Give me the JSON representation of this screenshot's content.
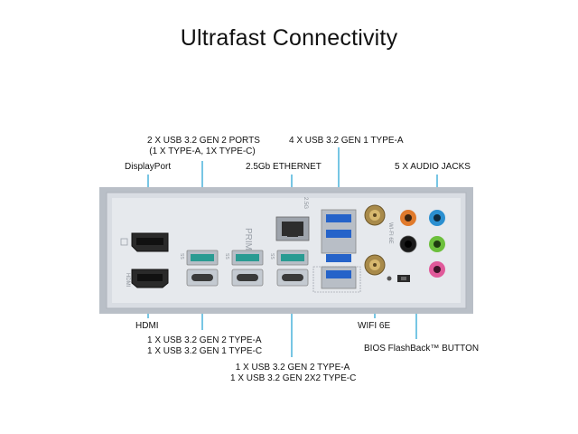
{
  "title": "Ultrafast Connectivity",
  "labels": {
    "usb_gen2_ports_l1": "2 X USB 3.2 GEN 2 PORTS",
    "usb_gen2_ports_l2": "(1 X TYPE-A, 1X TYPE-C)",
    "usb_gen1_typea": "4 X USB 3.2 GEN 1 TYPE-A",
    "displayport": "DisplayPort",
    "ethernet": "2.5Gb ETHERNET",
    "audio_jacks": "5 X AUDIO JACKS",
    "hdmi": "HDMI",
    "usb_mixed_l1": "1 X USB 3.2 GEN 2 TYPE-A",
    "usb_mixed_l2": "1 X USB 3.2 GEN 1 TYPE-C",
    "usb_2x2_l1": "1 X USB 3.2 GEN 2 TYPE-A",
    "usb_2x2_l2": "1 X USB 3.2 GEN 2X2 TYPE-C",
    "wifi": "WIFI 6E",
    "bios_flashback": "BIOS FlashBack™ BUTTON"
  },
  "panel_text": {
    "brand": "PRIME",
    "lan_speed": "2.5G",
    "wifi_mark": "WI-FI 6E",
    "usb_mark": "SS",
    "hdmi_mark": "HDMI"
  },
  "colors": {
    "pointer": "#3dadd8",
    "panel": "#d9dde3",
    "usb_gen2": "#2a9b92",
    "usb_gen1": "#2563c9",
    "jack_blue": "#2b8fd0",
    "jack_orange": "#e07a2c",
    "jack_black": "#1a1a1a",
    "jack_green": "#6cbf3c",
    "jack_pink": "#e05a9a"
  }
}
